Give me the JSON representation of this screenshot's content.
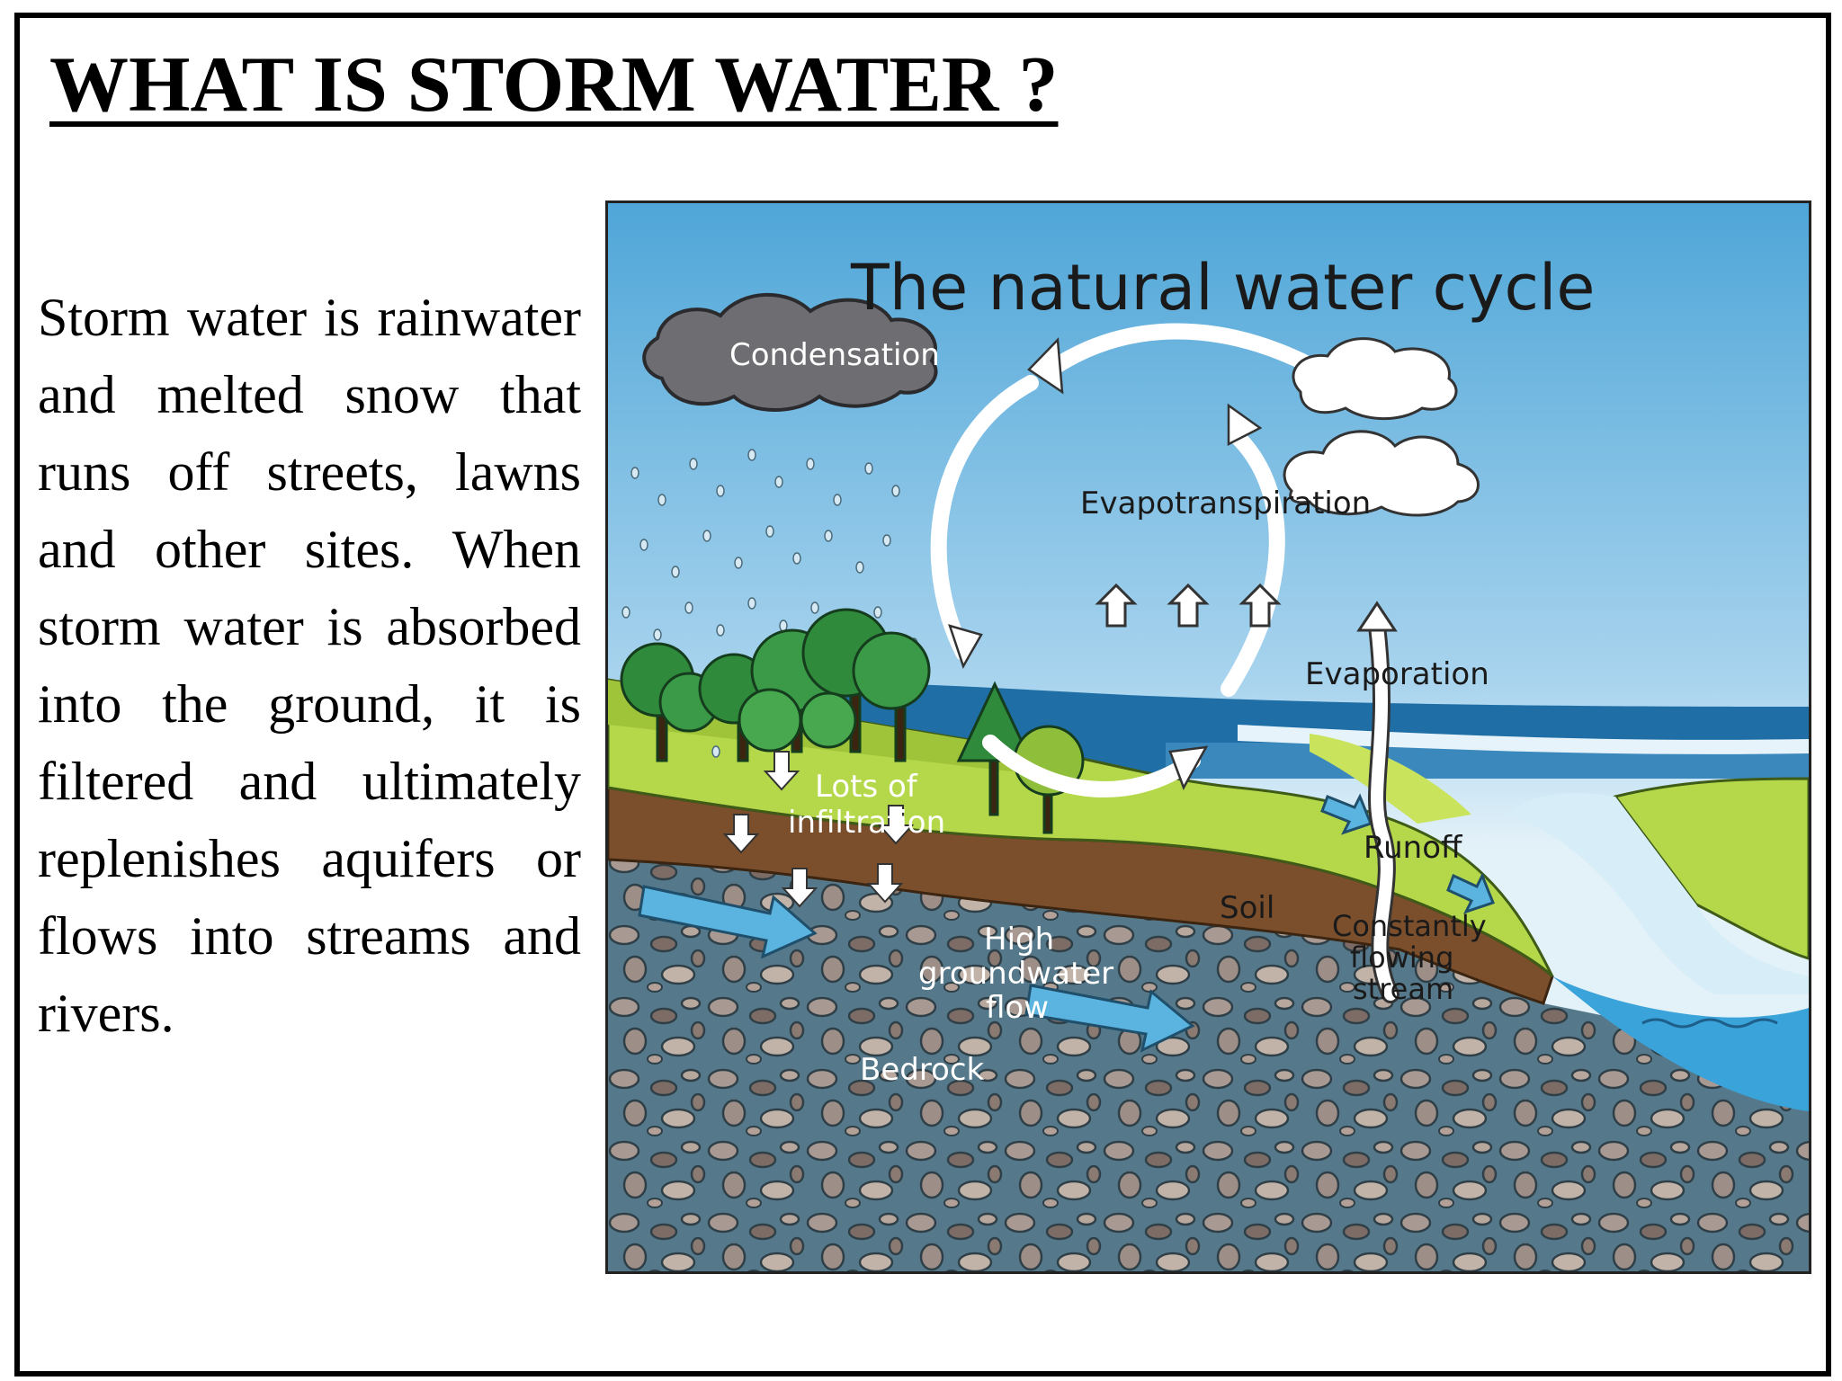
{
  "page": {
    "title": "WHAT IS STORM WATER ?",
    "body": "Storm water is rainwater and melted snow that runs off streets, lawns and other sites. When storm water is absorbed into the ground, it is filtered and ultimately replenishes aquifers or flows into streams and rivers."
  },
  "diagram": {
    "heading": "The natural water cycle",
    "labels": {
      "condensation": "Condensation",
      "evapotranspiration": "Evapotranspiration",
      "evaporation": "Evaporation",
      "infiltration_line1": "Lots of",
      "infiltration_line2": "infiltration",
      "runoff": "Runoff",
      "soil": "Soil",
      "groundwater_line1": "High",
      "groundwater_line2": "groundwater",
      "groundwater_line3": "flow",
      "stream_line1": "Constantly",
      "stream_line2": "flowing",
      "stream_line3": "stream",
      "bedrock": "Bedrock"
    }
  },
  "colors": {
    "sky_top": "#4fa6d8",
    "sky_bottom": "#d8ecf6",
    "grass": "#b5d84a",
    "soil": "#7b4f2c",
    "bedrock": "#55798b",
    "water": "#3aa3d9",
    "flow_arrow": "#5bb3df",
    "storm_cloud": "#6e6e72",
    "tree": "#2f8a3c"
  }
}
